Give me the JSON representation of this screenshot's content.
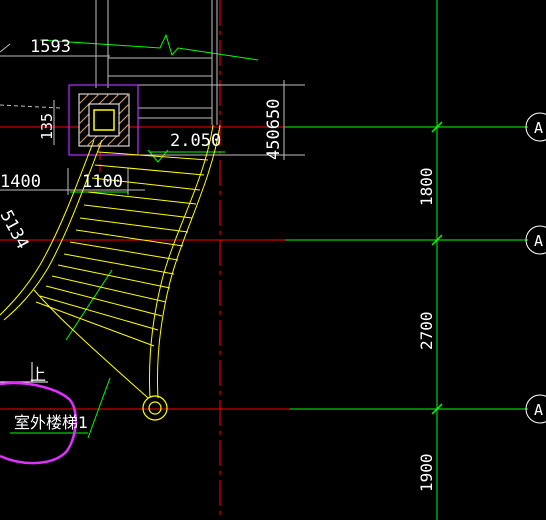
{
  "drawing": {
    "dimensions": {
      "top_width": "1593",
      "small_offset": "135",
      "elevation": "2.050",
      "vertical_pair": "450650",
      "left_span": "1400",
      "mid_span": "1100",
      "diagonal_partial": "5134"
    },
    "grid_spacings": [
      "1800",
      "2700",
      "1900"
    ],
    "axis_bubbles": [
      "A",
      "A",
      "A"
    ],
    "annotations": {
      "up_arrow_text": "上",
      "stair_title": "室外楼梯1"
    },
    "colors": {
      "background": "#000000",
      "grid_red": "#ff0000",
      "dim_green": "#00ff00",
      "stair_yellow": "#ffff00",
      "column_purple": "#b030ff",
      "highlight_magenta": "#e030ff",
      "text_white": "#ffffff",
      "dim_gray": "#c0c0c0"
    }
  }
}
